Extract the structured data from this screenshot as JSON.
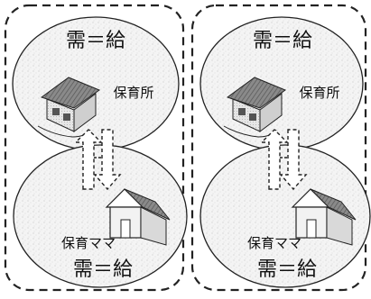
{
  "panels": [
    {
      "top_caption": "需＝給",
      "facility_label": "保育所",
      "home_label": "保育ママ",
      "bottom_caption": "需＝給"
    },
    {
      "top_caption": "需＝給",
      "facility_label": "保育所",
      "home_label": "保育ママ",
      "bottom_caption": "需＝給"
    }
  ],
  "icons": {
    "facility": "daycare-building-icon",
    "home": "house-icon",
    "exchange": "bidirectional-arrows-icon"
  }
}
